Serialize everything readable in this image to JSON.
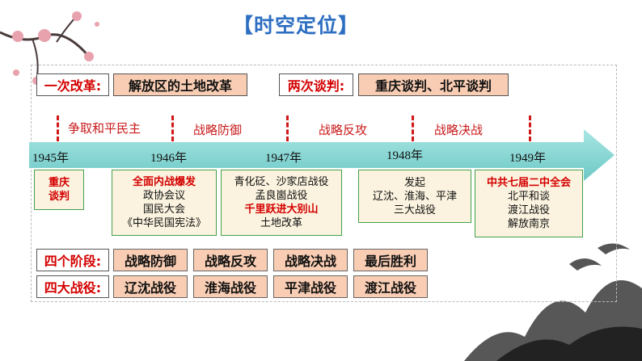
{
  "title": "【时空定位】",
  "top_row": {
    "reform_label": "一次改革:",
    "reform_value": "解放区的土地改革",
    "talks_label": "两次谈判:",
    "talks_value": "重庆谈判、北平谈判"
  },
  "timeline": {
    "phases": [
      "争取和平民主",
      "战略防御",
      "战略反攻",
      "战略决战"
    ],
    "years": [
      "1945年",
      "1946年",
      "1947年",
      "1948年",
      "1949年"
    ]
  },
  "events": [
    {
      "lines": [
        {
          "text": "重庆",
          "highlight": true
        },
        {
          "text": "谈判",
          "highlight": true
        }
      ]
    },
    {
      "lines": [
        {
          "text": "全面内战爆发",
          "highlight": true
        },
        {
          "text": "政协会议",
          "highlight": false
        },
        {
          "text": "国民大会",
          "highlight": false
        },
        {
          "text": "《中华民国宪法》",
          "highlight": false
        }
      ]
    },
    {
      "lines": [
        {
          "text": "青化砭、沙家店战役",
          "highlight": false
        },
        {
          "text": "孟良崮战役",
          "highlight": false
        },
        {
          "text": "千里跃进大别山",
          "highlight": true
        },
        {
          "text": "土地改革",
          "highlight": false
        }
      ]
    },
    {
      "lines": [
        {
          "text": "发起",
          "highlight": false
        },
        {
          "text": "辽沈、淮海、平津",
          "highlight": false
        },
        {
          "text": "三大战役",
          "highlight": false
        }
      ]
    },
    {
      "lines": [
        {
          "text": "中共七届二中全会",
          "highlight": true
        },
        {
          "text": "北平和谈",
          "highlight": false
        },
        {
          "text": "渡江战役",
          "highlight": false
        },
        {
          "text": "解放南京",
          "highlight": false
        }
      ]
    }
  ],
  "stages": {
    "label": "四个阶段:",
    "items": [
      "战略防御",
      "战略反攻",
      "战略决战",
      "最后胜利"
    ]
  },
  "battles": {
    "label": "四大战役:",
    "items": [
      "辽沈战役",
      "淮海战役",
      "平津战役",
      "渡江战役"
    ]
  },
  "colors": {
    "accent_red": "#d40000",
    "title_blue": "#2e6fc2",
    "peach": "#f8cdb3",
    "timeline_teal": "#7fd3d0",
    "box_green": "#44a04a"
  }
}
